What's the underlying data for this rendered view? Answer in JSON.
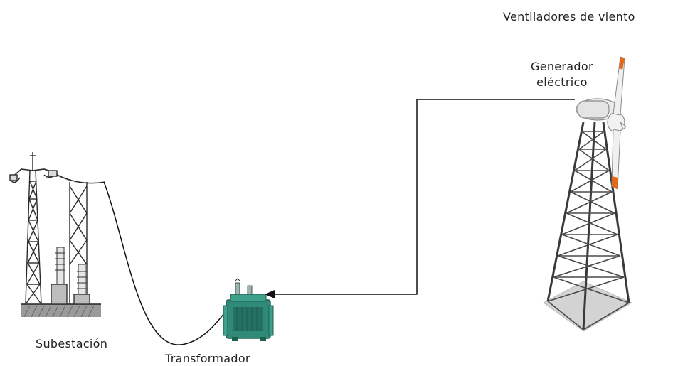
{
  "labels": {
    "ventiladores": "Ventiladores de viento",
    "generador_line1": "Generador",
    "generador_line2": "eléctrico",
    "subestacion": "Subestación",
    "transformador": "Transformador"
  },
  "colors": {
    "line": "#111111",
    "transformer_body": "#2f8a78",
    "transformer_dark": "#1e5f52",
    "tower_steel": "#3a3a3a",
    "tower_base_shadow": "#cfcfcf",
    "turbine_body": "#e9e9e9",
    "blade_tip": "#e06a1a",
    "substation_ink": "#2a2a2a"
  },
  "icons": {
    "substation": "substation-icon",
    "transformer": "transformer-icon",
    "wind_turbine": "wind-turbine-icon",
    "arrow": "arrow-head-icon"
  }
}
